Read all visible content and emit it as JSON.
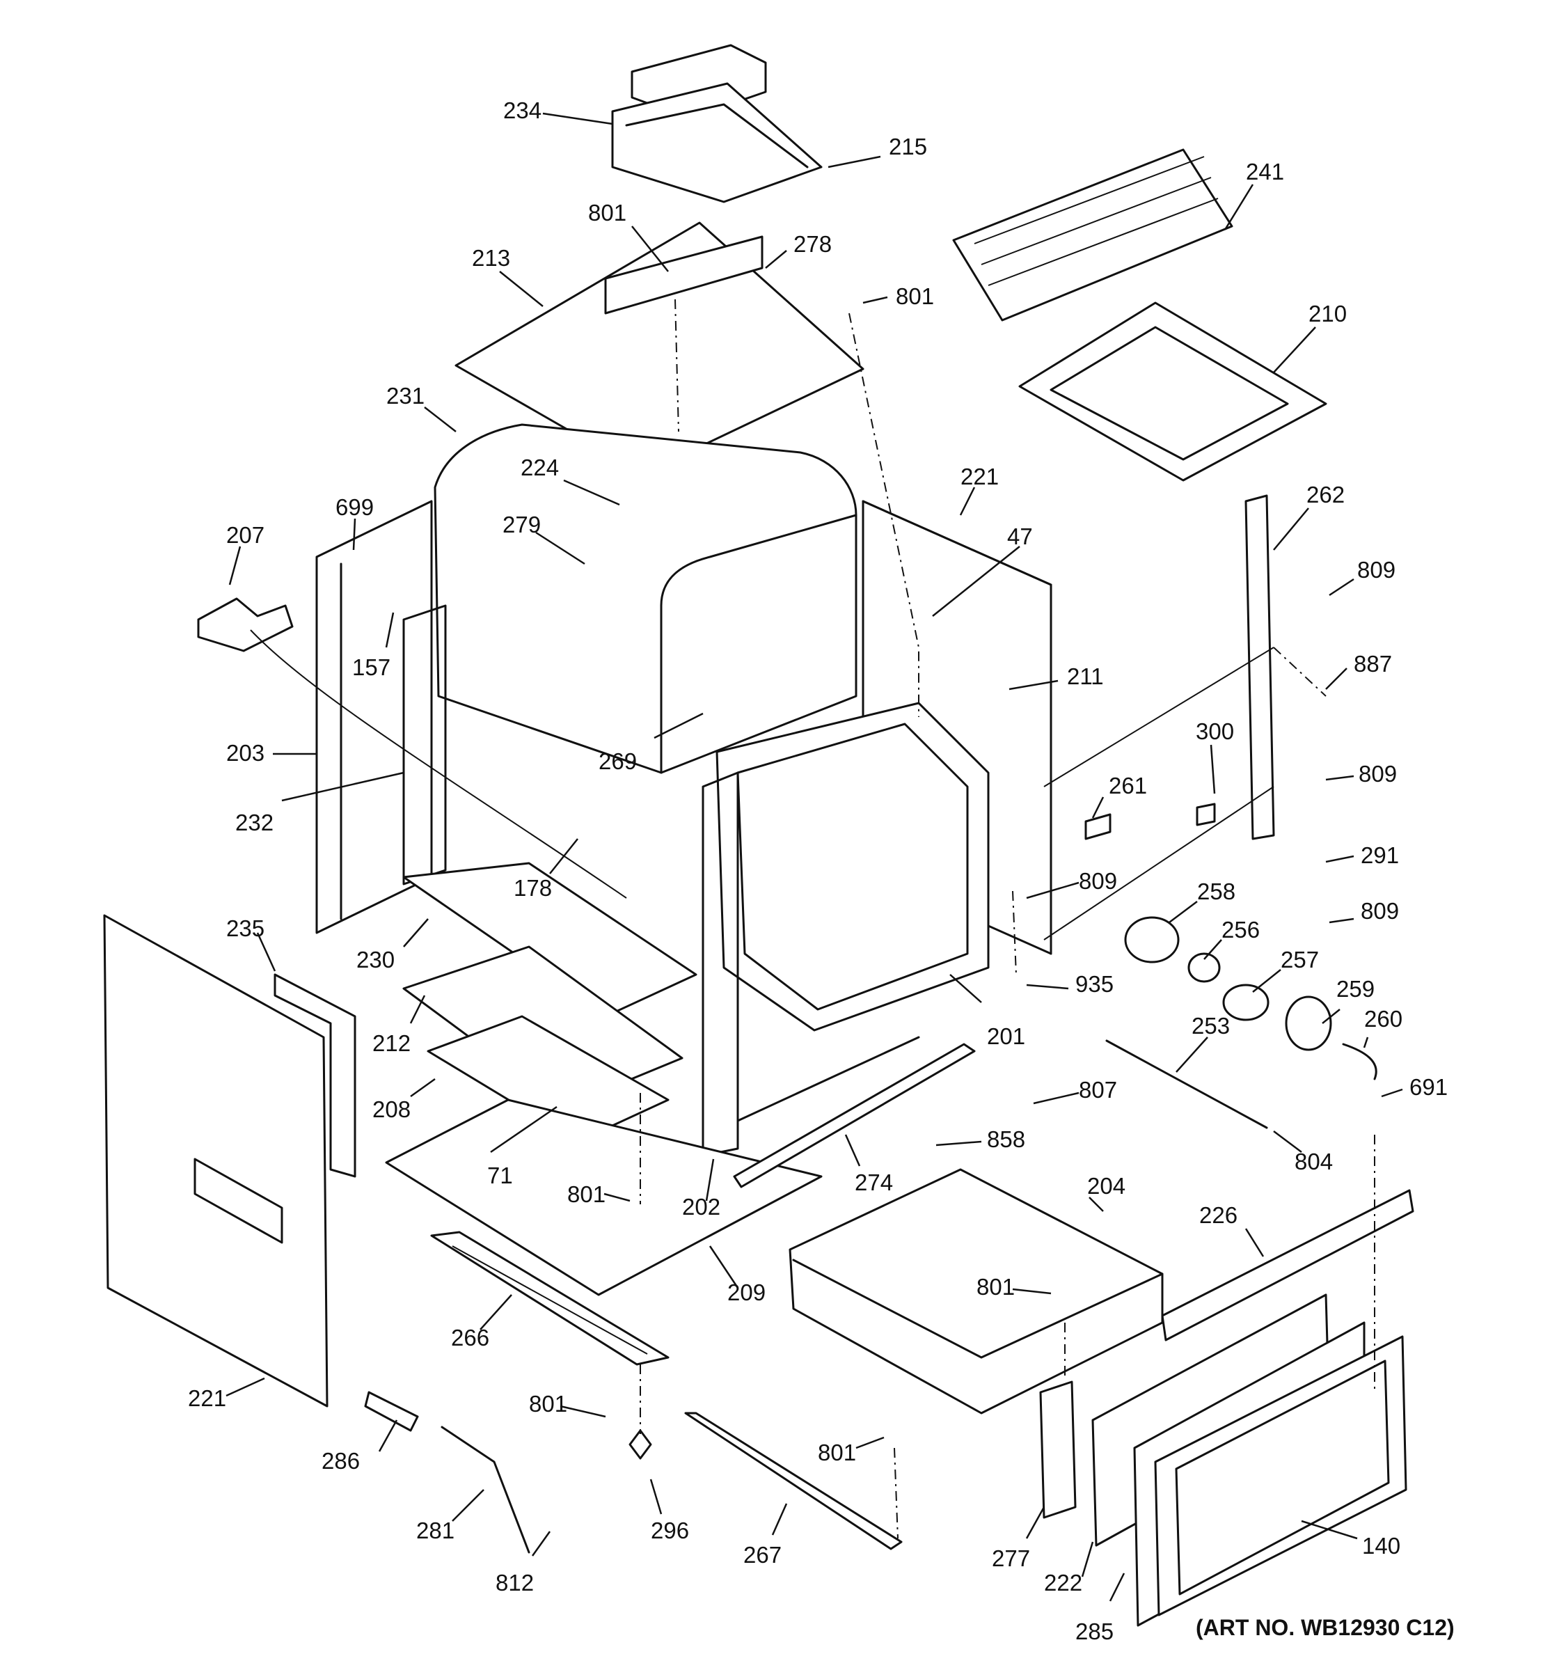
{
  "diagram": {
    "art_number": "(ART NO. WB12930 C12)",
    "callouts": [
      "234",
      "215",
      "241",
      "801",
      "278",
      "213",
      "801",
      "210",
      "231",
      "224",
      "221",
      "699",
      "207",
      "279",
      "47",
      "262",
      "809",
      "157",
      "211",
      "887",
      "203",
      "269",
      "300",
      "232",
      "261",
      "809",
      "178",
      "809",
      "291",
      "258",
      "809",
      "230",
      "256",
      "257",
      "935",
      "235",
      "201",
      "259",
      "260",
      "253",
      "212",
      "807",
      "691",
      "208",
      "858",
      "804",
      "71",
      "274",
      "801",
      "202",
      "204",
      "226",
      "209",
      "801",
      "266",
      "221",
      "801",
      "801",
      "286",
      "296",
      "281",
      "267",
      "140",
      "277",
      "222",
      "812",
      "285"
    ]
  }
}
